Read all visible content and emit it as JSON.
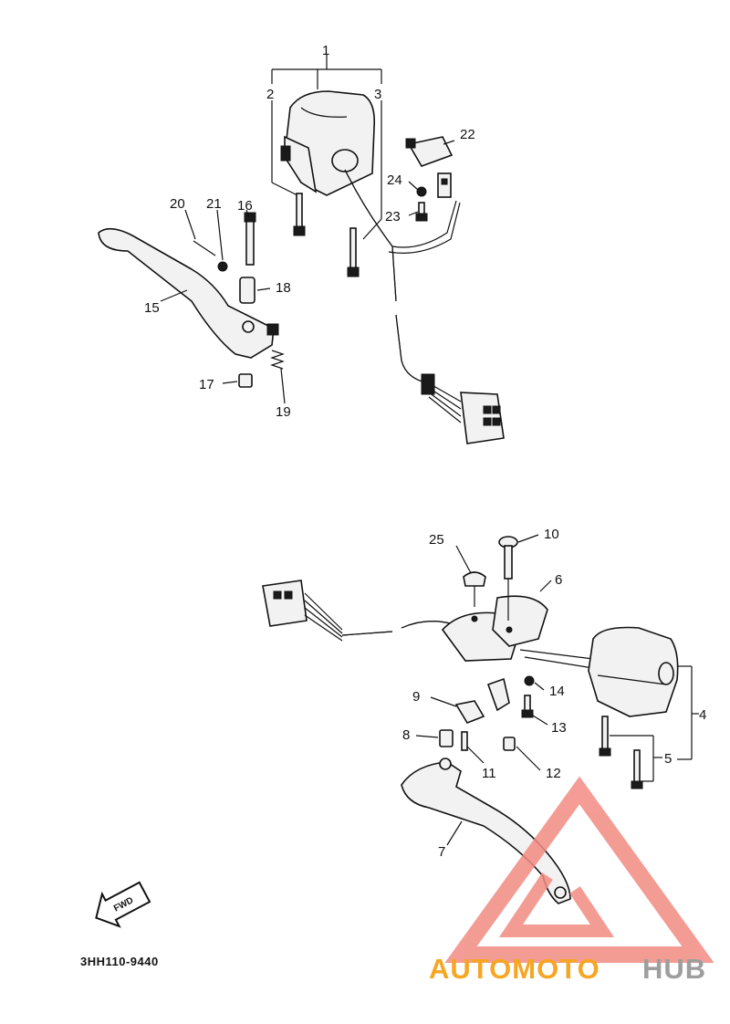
{
  "diagram": {
    "labels": [
      "1",
      "2",
      "3",
      "4",
      "5",
      "6",
      "7",
      "8",
      "9",
      "10",
      "11",
      "12",
      "13",
      "14",
      "15",
      "16",
      "17",
      "18",
      "19",
      "20",
      "21",
      "22",
      "23",
      "24",
      "25"
    ],
    "code": "3HH110-9440",
    "fwd_text": "FWD"
  },
  "watermark": {
    "part1": "AUTOMOTO",
    "part2": "HUB",
    "color1": "#f6a623",
    "color2": "#9e9e9e",
    "logo_color": "#f28b82"
  }
}
